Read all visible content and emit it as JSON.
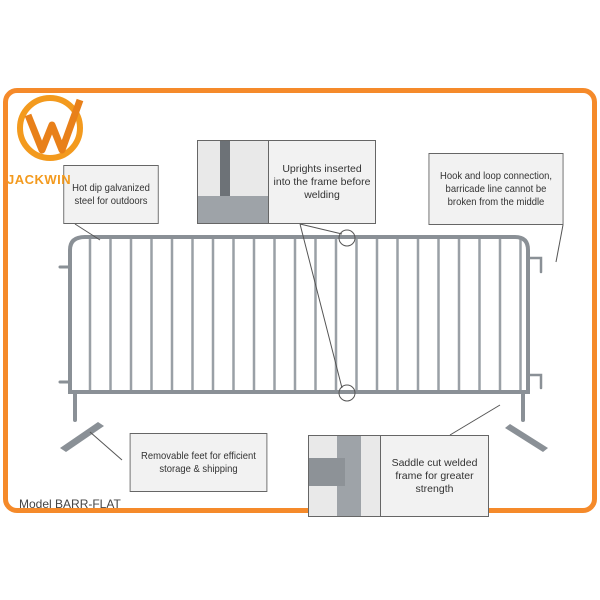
{
  "brand": {
    "logo_text": "JACKWIN",
    "accent_color": "#f58a2a"
  },
  "callouts": [
    {
      "text": "Hot dip galvanized steel for outdoors"
    },
    {
      "text": "Uprights inserted into the frame before welding"
    },
    {
      "text": "Hook and loop connection, barricade line cannot be broken from the middle"
    },
    {
      "text": "Removable feet for efficient storage & shipping"
    },
    {
      "text": "Saddle cut welded frame for greater strength"
    }
  ],
  "model_label": "Model BARR-FLAT"
}
